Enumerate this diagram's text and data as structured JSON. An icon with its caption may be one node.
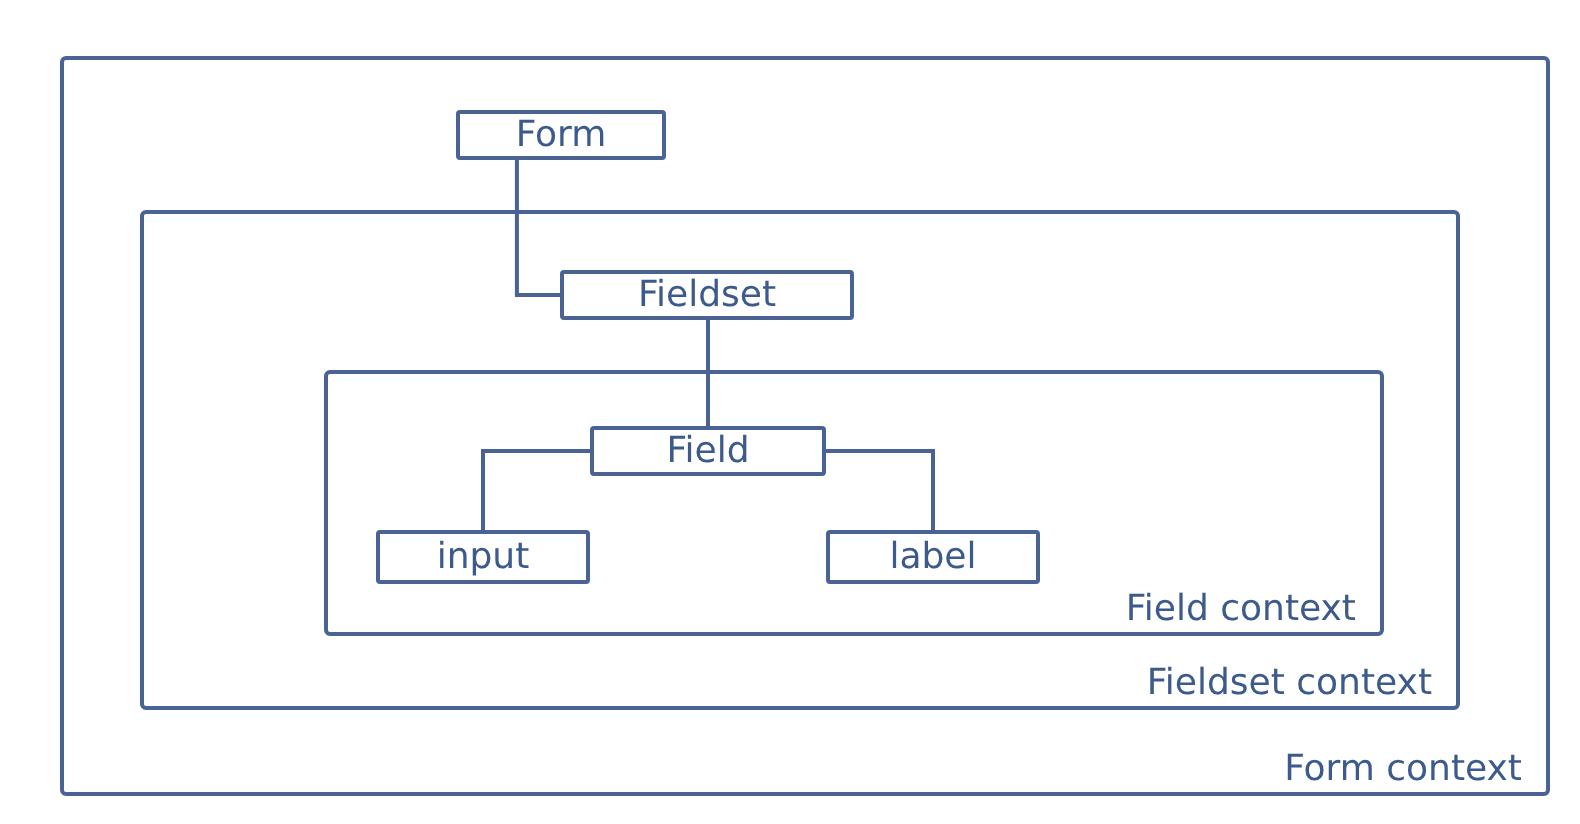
{
  "diagram": {
    "nodes": [
      {
        "text": [
          "Form context"
        ]
      },
      {
        "text": [
          "Form"
        ],
        "in": 0
      },
      {
        "text": [
          "Fieldset context"
        ],
        "in": 0
      },
      {
        "text": [
          "Fieldset"
        ],
        "in": 2
      },
      {
        "text": [
          "Field context"
        ],
        "in": 2
      },
      {
        "text": [
          "Field"
        ],
        "in": 4
      },
      {
        "text": [
          "input"
        ],
        "in": 4
      },
      {
        "text": [
          "label"
        ],
        "in": 4
      }
    ],
    "edges": [
      {
        "from": 1,
        "to": 3,
        "arrow": "none"
      },
      {
        "from": 3,
        "to": 5,
        "arrow": "none"
      },
      {
        "from": 5,
        "to": 6,
        "arrow": "none"
      },
      {
        "from": 5,
        "to": 7,
        "arrow": "none"
      }
    ]
  }
}
